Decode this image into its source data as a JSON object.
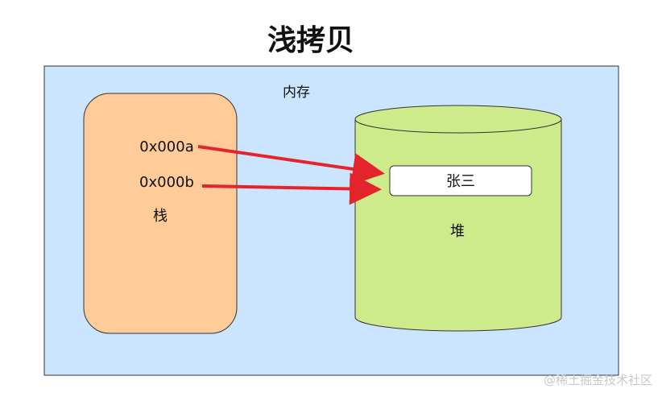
{
  "title": "浅拷贝",
  "memory": {
    "label": "内存",
    "fill": "#cce5ff"
  },
  "stack": {
    "label": "栈",
    "fill": "#ffcc99",
    "addresses": [
      "0x000a",
      "0x000b"
    ]
  },
  "heap": {
    "label": "堆",
    "fill": "#cdeb8b",
    "object_label": "张三"
  },
  "arrow_color": "#e3242b",
  "watermark": "@稀土掘金技术社区"
}
